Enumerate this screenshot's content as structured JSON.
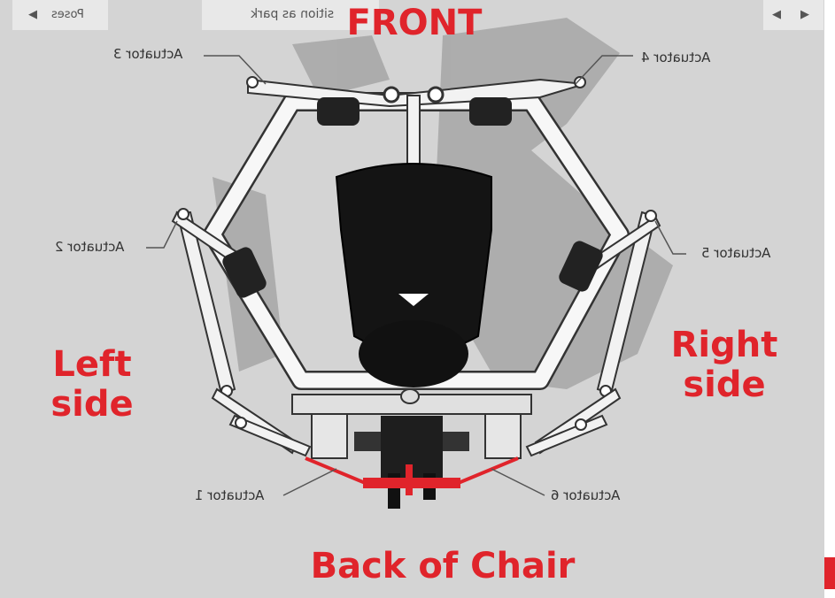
{
  "labels": {
    "front": "FRONT",
    "back": "Back of Chair",
    "left_line1": "Left",
    "left_line2": "side",
    "right_line1": "Right",
    "right_line2": "side"
  },
  "actuators": {
    "a1": "Actuator 1",
    "a2": "Actuator 2",
    "a3": "Actuator 3",
    "a4": "Actuator 4",
    "a5": "Actuator 5",
    "a6": "Actuator 6"
  },
  "toolbar": {
    "poses": "Poses",
    "position_as_park": "sition as park"
  },
  "colors": {
    "annotation_red": "#e0242b",
    "background": "#d4d4d4"
  }
}
